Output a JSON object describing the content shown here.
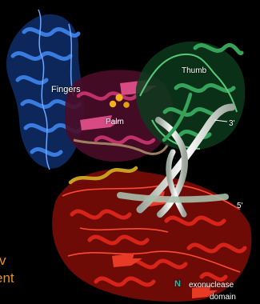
{
  "labels": {
    "fingers": "Fingers",
    "thumb": "Thumb",
    "palm": "Palm",
    "three_prime": "3'",
    "five_prime": "5'",
    "n_terminus": "N",
    "exo_line1": "exonuclease",
    "exo_line2": "domain",
    "cut_line1": "v",
    "cut_line2": "ent"
  },
  "colors": {
    "background": "#000000",
    "fingers": "#3a7be0",
    "thumb": "#35a35a",
    "palm": "#c0306a",
    "exonuclease": "#c81e14",
    "dna": "#e8ece8",
    "metal_ions": "#f0b020",
    "linker": "#c8a020",
    "n_label": "#20c0b0",
    "label_text": "#ffffff",
    "cut_text": "#e89018"
  }
}
